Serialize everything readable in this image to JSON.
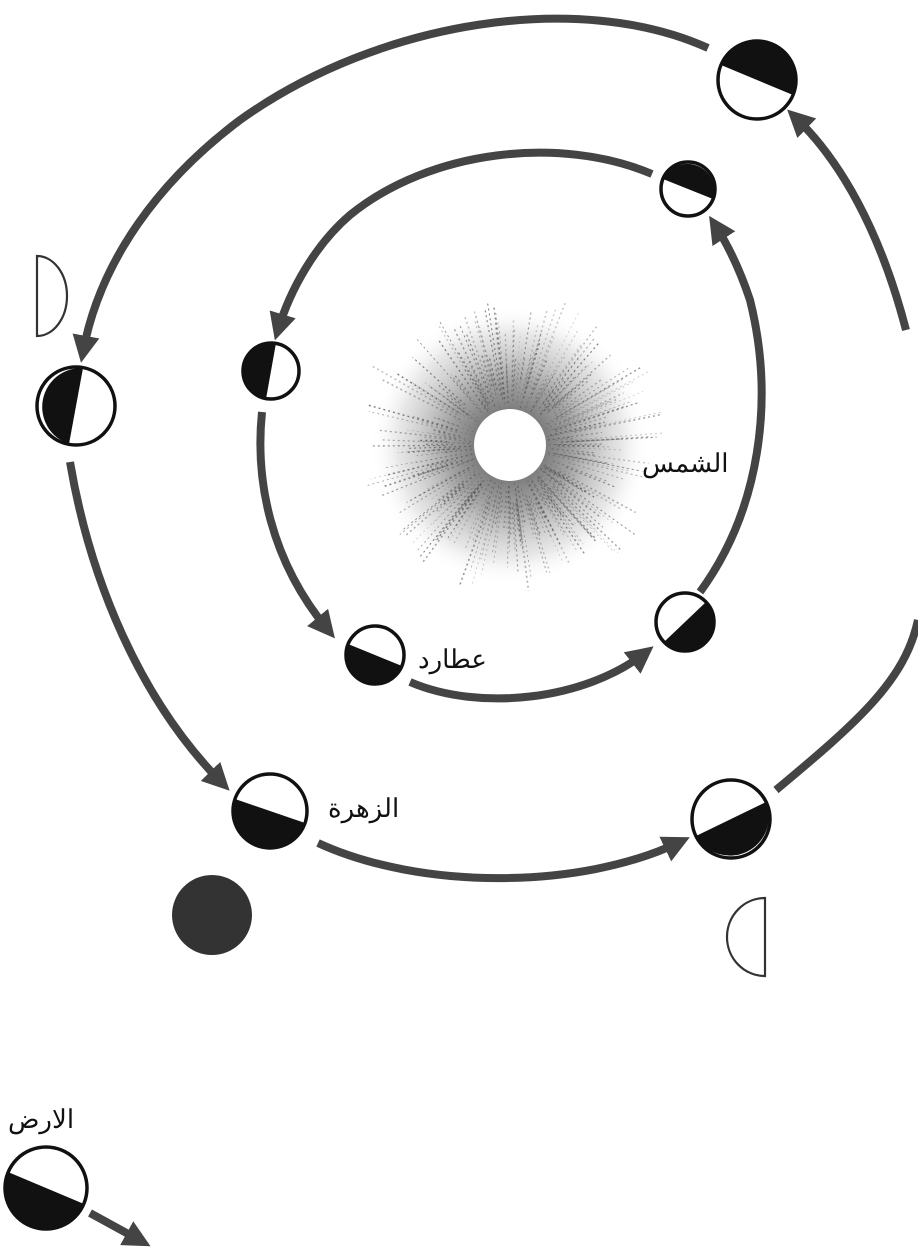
{
  "labels": {
    "sun": "الشمس",
    "mercury": "عطارد",
    "venus": "الزهرة",
    "earth": "الارض"
  },
  "colors": {
    "orbit": "#444444",
    "planet_dark": "#111111",
    "solid_planet": "#333333",
    "sun_rays": "#555555"
  }
}
